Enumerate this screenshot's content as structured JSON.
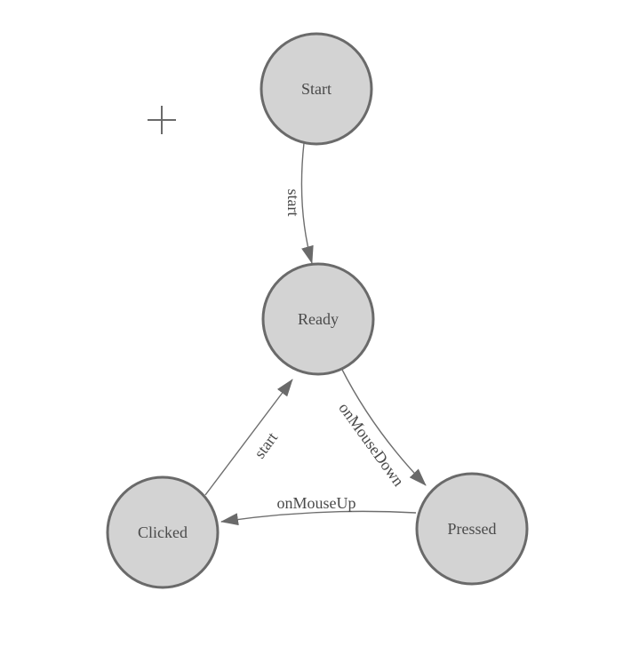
{
  "palette": {
    "background": "#ffffff",
    "node_fill": "#d3d3d3",
    "node_stroke": "#6a6a6a",
    "edge_color": "#6e6e6e",
    "text_color": "#4a4a4a"
  },
  "diagram": {
    "nodes": [
      {
        "label": "Start"
      },
      {
        "label": "Ready"
      },
      {
        "label": "Clicked"
      },
      {
        "label": "Pressed"
      }
    ],
    "edges": [
      {
        "label": "start",
        "from": "Start",
        "to": "Ready"
      },
      {
        "label": "onMouseDown",
        "from": "Ready",
        "to": "Pressed"
      },
      {
        "label": "onMouseUp",
        "from": "Pressed",
        "to": "Clicked"
      },
      {
        "label": "start",
        "from": "Clicked",
        "to": "Ready"
      }
    ]
  }
}
